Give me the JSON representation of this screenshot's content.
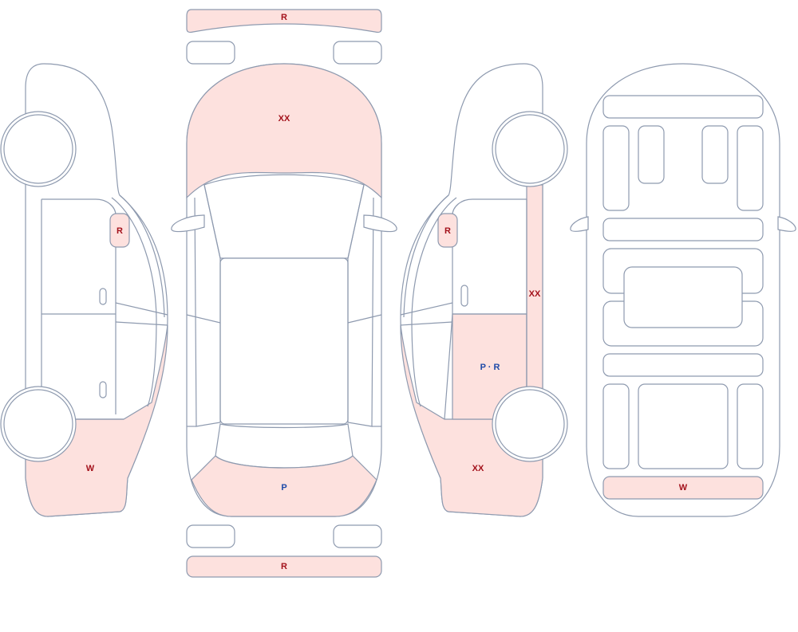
{
  "colors": {
    "outline": "#8e9aaf",
    "damage_fill": "#fde1de",
    "label_red": "#a3111b",
    "label_blue": "#1e4aa8"
  },
  "labels": {
    "front_bumper": "R",
    "hood": "XX",
    "rear_bumper": "P",
    "rear_bar": "R",
    "left_mirror": "R",
    "left_rear_quarter": "W",
    "right_mirror": "R",
    "right_rocker": "XX",
    "right_rear_door": "P · R",
    "right_rear_quarter": "XX",
    "under_rear": "W"
  }
}
